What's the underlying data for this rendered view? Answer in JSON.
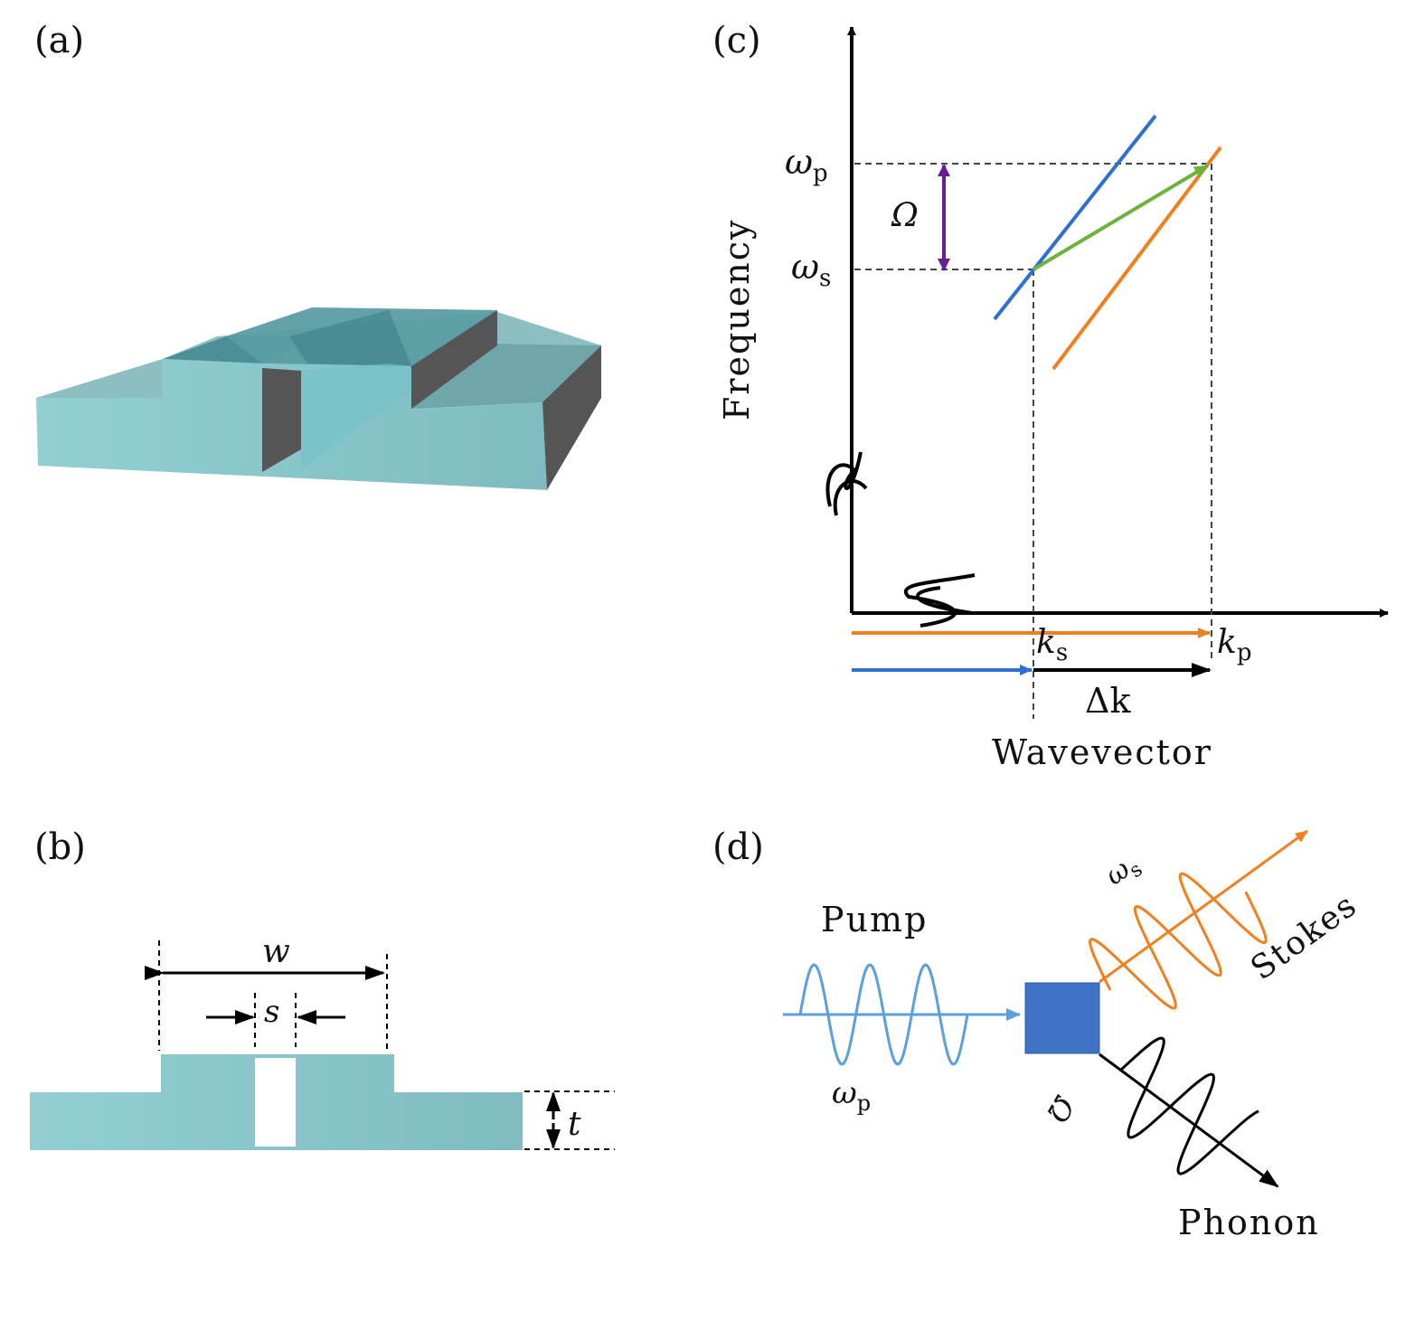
{
  "panels": {
    "a": {
      "label": "(a)"
    },
    "b": {
      "label": "(b)",
      "dim_width": "w",
      "dim_slot": "s",
      "dim_thickness": "t"
    },
    "c": {
      "label": "(c)",
      "y_axis_label": "Frequency",
      "x_axis_label": "Wavevector",
      "omega_p": "ω",
      "omega_p_sub": "p",
      "omega_s": "ω",
      "omega_s_sub": "s",
      "big_omega": "Ω",
      "k_s": "k",
      "k_s_sub": "s",
      "k_p": "k",
      "k_p_sub": "p",
      "delta_k": "Δk"
    },
    "d": {
      "label": "(d)",
      "pump": "Pump",
      "pump_freq": "ω",
      "pump_freq_sub": "p",
      "stokes": "Stokes",
      "stokes_freq": "ω",
      "stokes_freq_sub": "s",
      "phonon": "Phonon",
      "phonon_freq": "Ω"
    }
  },
  "colors": {
    "waveguide": "#8ccbd0",
    "waveguide_dark": "#5fa3aa",
    "wall": "#555555",
    "blue": "#2f6fcf",
    "orange": "#f07f1f",
    "green": "#6cb33a",
    "purple": "#6a1b9a",
    "pump_wave": "#5b9fdc",
    "box": "#4173c4"
  }
}
